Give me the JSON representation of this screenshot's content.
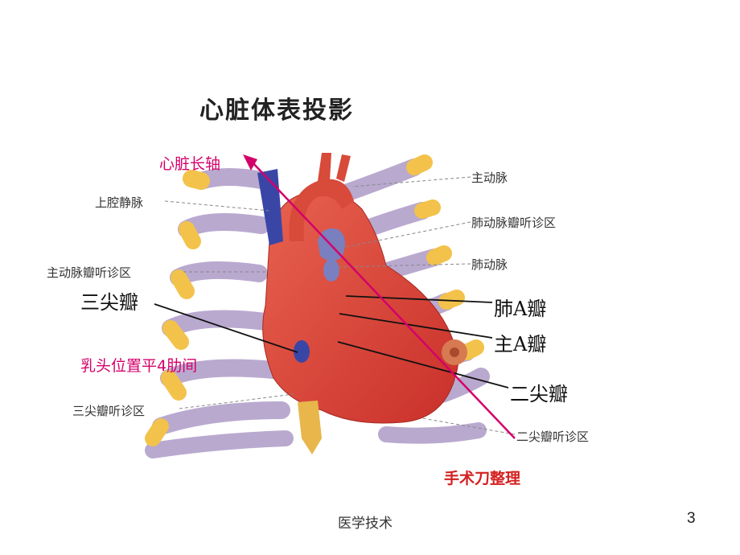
{
  "figure": {
    "title": "心脏体表投影",
    "labels": {
      "svc": "上腔静脉",
      "aortic_area": "主动脉瓣听诊区",
      "tricuspid_valve": "三尖瓣",
      "tricuspid_area": "三尖瓣听诊区",
      "aorta": "主动脉",
      "pulmonary_area": "肺动脉瓣听诊区",
      "pulmonary_artery": "肺动脉",
      "pulmonary_valve": "肺A瓣",
      "aortic_valve": "主A瓣",
      "mitral_valve": "二尖瓣",
      "mitral_area": "二尖瓣听诊区"
    },
    "annotations": {
      "heart_axis": "心脏长轴",
      "nipple_level": "乳头位置平4肋间",
      "credit": "手术刀整理"
    }
  },
  "footer": {
    "text": "医学技术",
    "page_number": "3"
  },
  "colors": {
    "annotation_pink": "#d4006a",
    "rib_purple": "#b9a9cf",
    "cartilage_yellow": "#f3c24a",
    "heart_red": "#d9473c",
    "vein_blue": "#3a46a6"
  }
}
